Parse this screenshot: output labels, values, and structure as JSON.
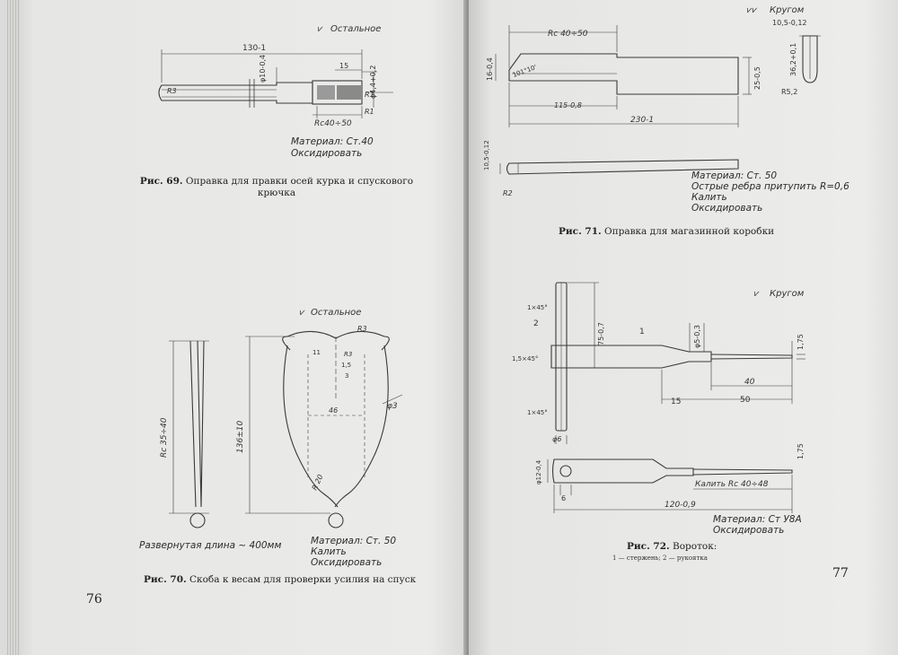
{
  "left_page": {
    "number": "76",
    "fig69": {
      "fig_label": "Рис. 69.",
      "caption_line1": "Оправка для правки осей курка и спускового",
      "caption_line2": "крючка",
      "roughness": "Остальное",
      "dim_length": "130-1",
      "dim_d10": "φ10-0,4",
      "dim_15": "15",
      "dim_d44": "φ4,4+0,2",
      "dim_R3": "R3",
      "dim_R1a": "R1",
      "dim_R1b": "R1",
      "dim_Rc": "Rc40÷50",
      "material": "Материал: Ст.40",
      "treatment": "Оксидировать"
    },
    "fig70": {
      "fig_label": "Рис. 70.",
      "caption": "Скоба к весам для проверки усилия на спуск",
      "roughness": "Остальное",
      "dim_Rc": "Rc 35÷40",
      "dim_height": "136±10",
      "dim_R3": "R3",
      "dim_R3b": "R3",
      "dim_15": "1,5",
      "dim_3": "3",
      "dim_11": "11",
      "dim_d3": "φ3",
      "dim_46": "46",
      "dim_R20": "R 20",
      "unrolled": "Развернутая длина ~ 400мм",
      "material": "Материал: Ст. 50",
      "treat1": "Калить",
      "treat2": "Оксидировать"
    }
  },
  "right_page": {
    "number": "77",
    "fig71": {
      "fig_label": "Рис. 71.",
      "caption": "Оправка для магазинной коробки",
      "roughness": "Кругом",
      "dim_Rc": "Rc 40÷50",
      "dim_16": "16-0,4",
      "dim_angle": "101°10'",
      "dim_115": "115-0,8",
      "dim_230": "230-1",
      "dim_25": "25-0,5",
      "dim_105a": "10,5-0,12",
      "dim_362": "36,2+0,1",
      "dim_R52": "R5,2",
      "dim_105b": "10,5-0,12",
      "dim_R2": "R2",
      "material": "Материал: Ст. 50",
      "note1": "Острые ребра притупить R=0,6",
      "treat1": "Калить",
      "treat2": "Оксидировать"
    },
    "fig72": {
      "fig_label": "Рис. 72.",
      "caption": "Вороток:",
      "subcaption": "1 — стержень; 2 — рукоятка",
      "roughness": "Кругом",
      "ch1": "1×45°",
      "label2": "2",
      "ch15": "1,5×45°",
      "ch1b": "1×45°",
      "label1": "1",
      "dim_75": "75-0,7",
      "dim_d5": "φ5-0,3",
      "dim_175a": "1,75",
      "dim_40": "40",
      "dim_15": "15",
      "dim_50": "50",
      "dim_d6": "φ6",
      "dim_d12": "φ12-0,4",
      "dim_175b": "1,75",
      "dim_6": "6",
      "hardness": "Калить Rc 40÷48",
      "dim_120": "120-0,9",
      "material": "Материал: Ст У8А",
      "treatment": "Оксидировать"
    }
  }
}
